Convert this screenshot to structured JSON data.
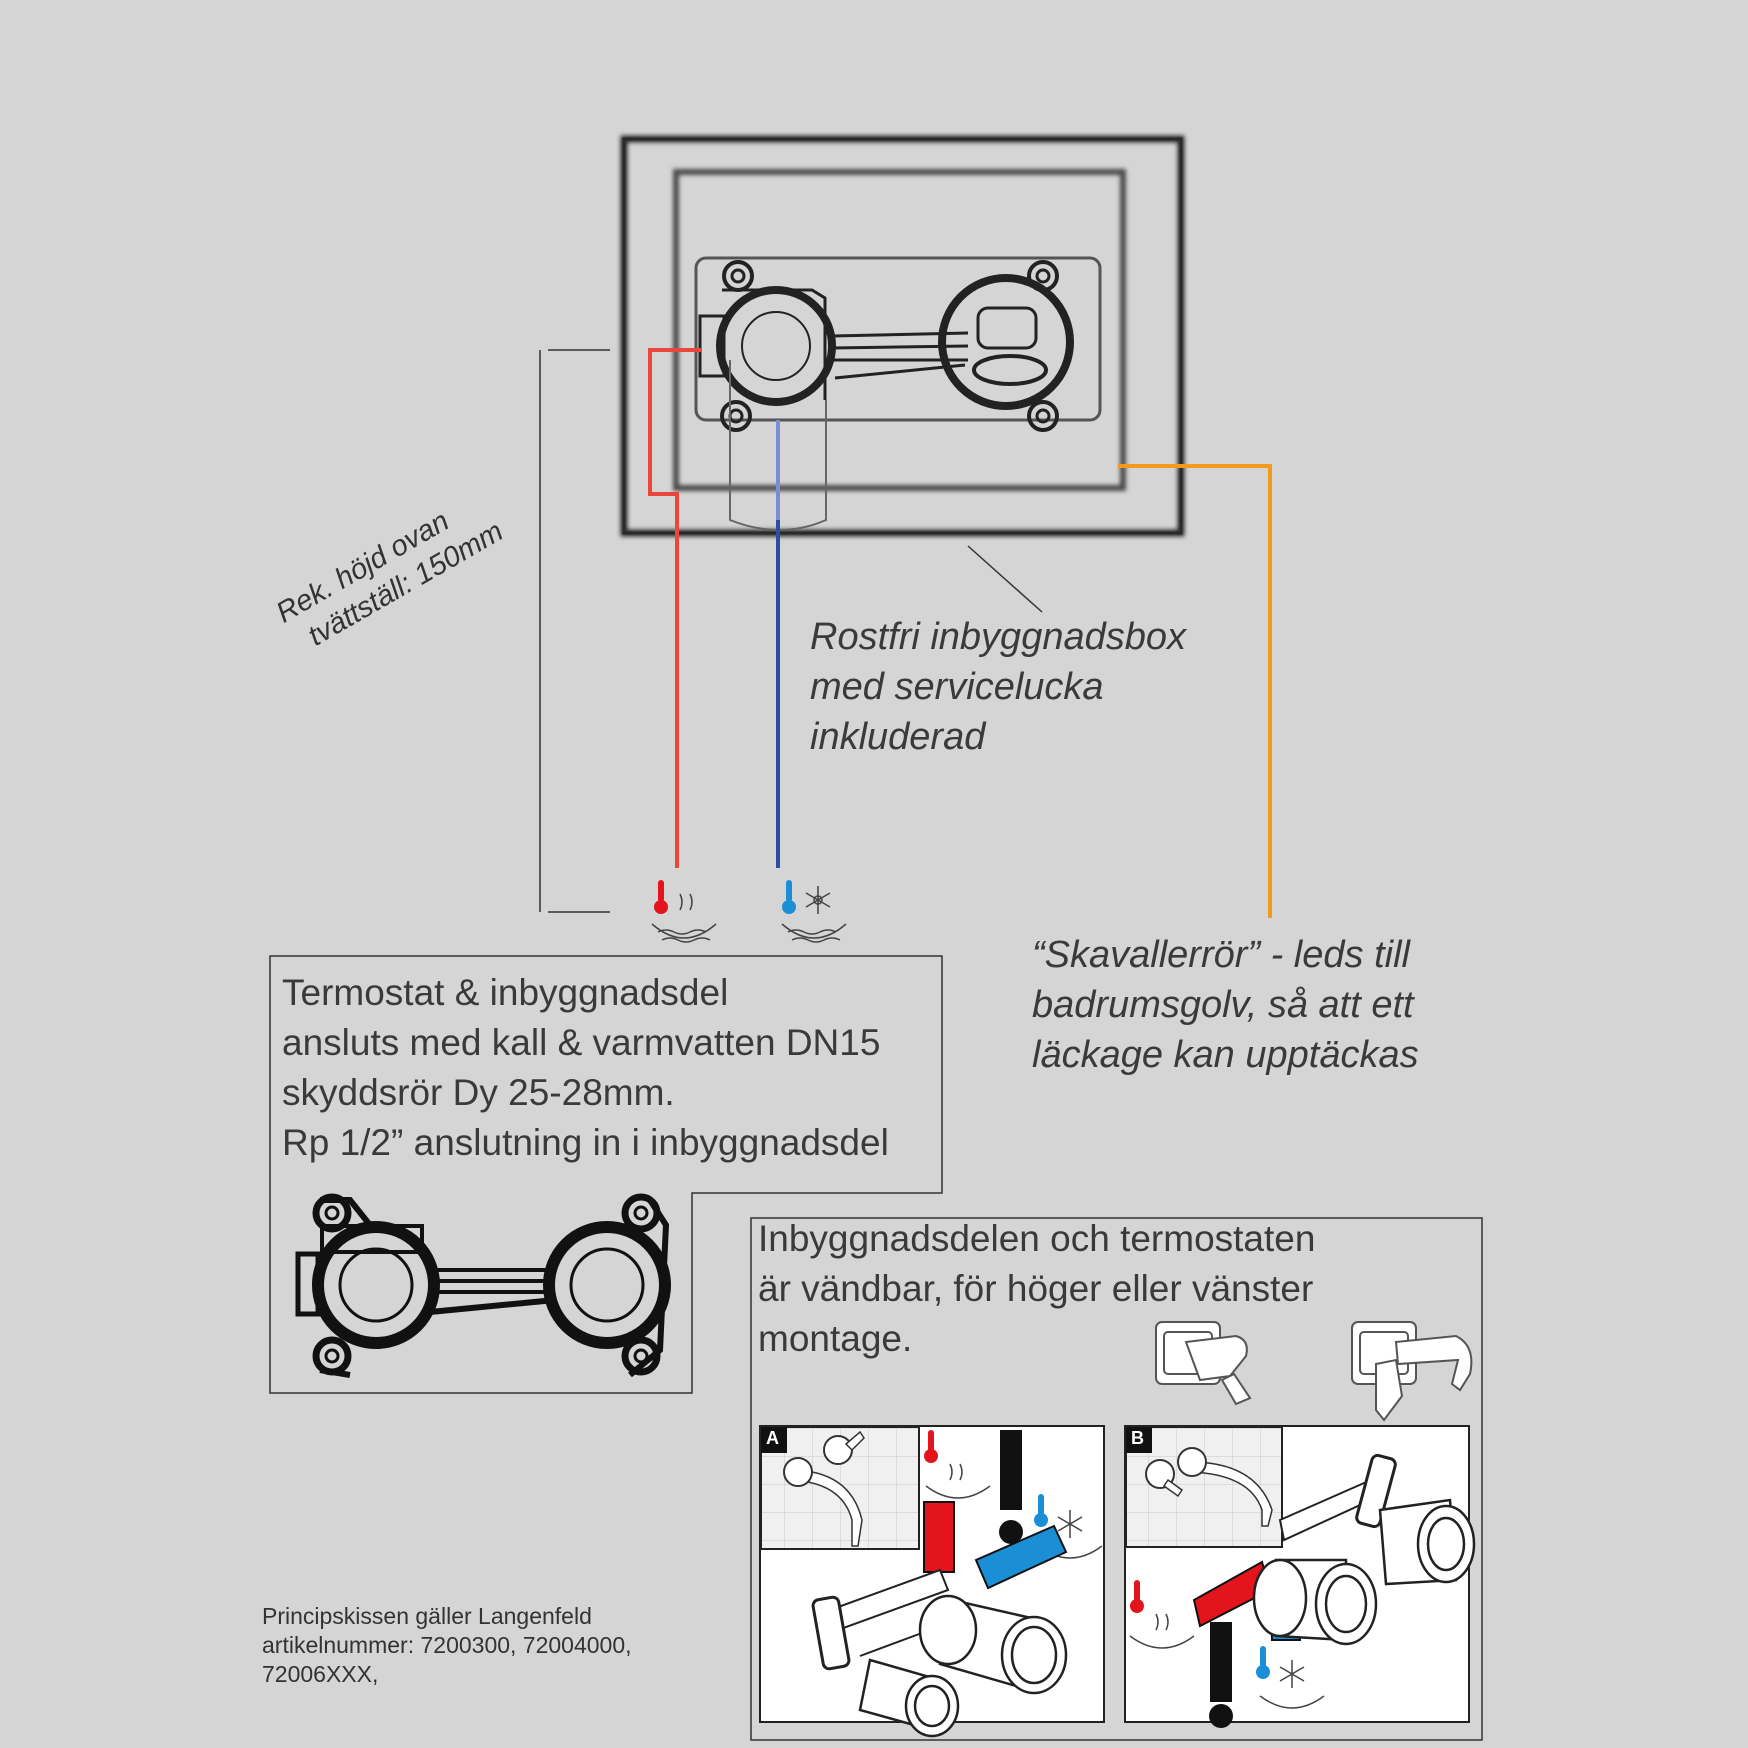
{
  "height_label": [
    "Rek. höjd ovan",
    "tvättställ: 150mm"
  ],
  "box_caption": [
    "Rostfri inbyggnadsbox",
    "med servicelucka",
    "inkluderad"
  ],
  "overflow_caption": [
    "“Skavallerrör” - leds till",
    "badrumsgolv, så att ett",
    "läckage kan upptäckas"
  ],
  "connection_note": [
    "Termostat & inbyggnadsdel",
    "ansluts med kall & varmvatten DN15",
    "skyddsrör Dy 25-28mm.",
    "Rp 1/2” anslutning in i inbyggnadsdel"
  ],
  "reversible_note": [
    "Inbyggnadsdelen och termostaten",
    "är vändbar, för höger eller vänster",
    "montage."
  ],
  "panel_labels": {
    "a": "A",
    "b": "B"
  },
  "footnote": [
    "Principskissen gäller Langenfeld",
    "artikelnummer: 7200300, 72004000,",
    "72006XXX,"
  ],
  "colors": {
    "hot": "#e8473a",
    "cold": "#2b4fa0",
    "overflow": "#f29a1e",
    "hot_pipe": "#e3141b",
    "cold_pipe": "#1a8fd6",
    "background": "#d5d5d5"
  },
  "icons": [
    "hot-water-icon",
    "cold-water-icon",
    "warning-icon",
    "faucet-icon"
  ]
}
